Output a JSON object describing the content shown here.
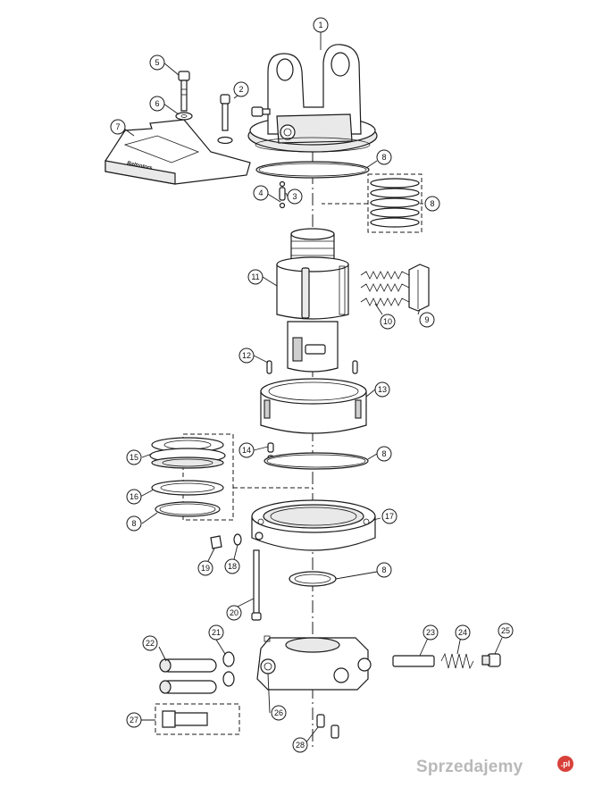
{
  "brand_mark": "Baltrotors",
  "watermark": {
    "text": "Sprzedajemy",
    "badge": ".pl",
    "text_color": "#b9b9b9",
    "badge_color": "#d8413a"
  },
  "callouts": [
    "1",
    "2",
    "3",
    "4",
    "5",
    "6",
    "7",
    "8",
    "8",
    "8",
    "8",
    "8",
    "9",
    "10",
    "11",
    "12",
    "13",
    "14",
    "15",
    "16",
    "17",
    "18",
    "19",
    "20",
    "21",
    "22",
    "23",
    "24",
    "25",
    "26",
    "27",
    "28"
  ]
}
